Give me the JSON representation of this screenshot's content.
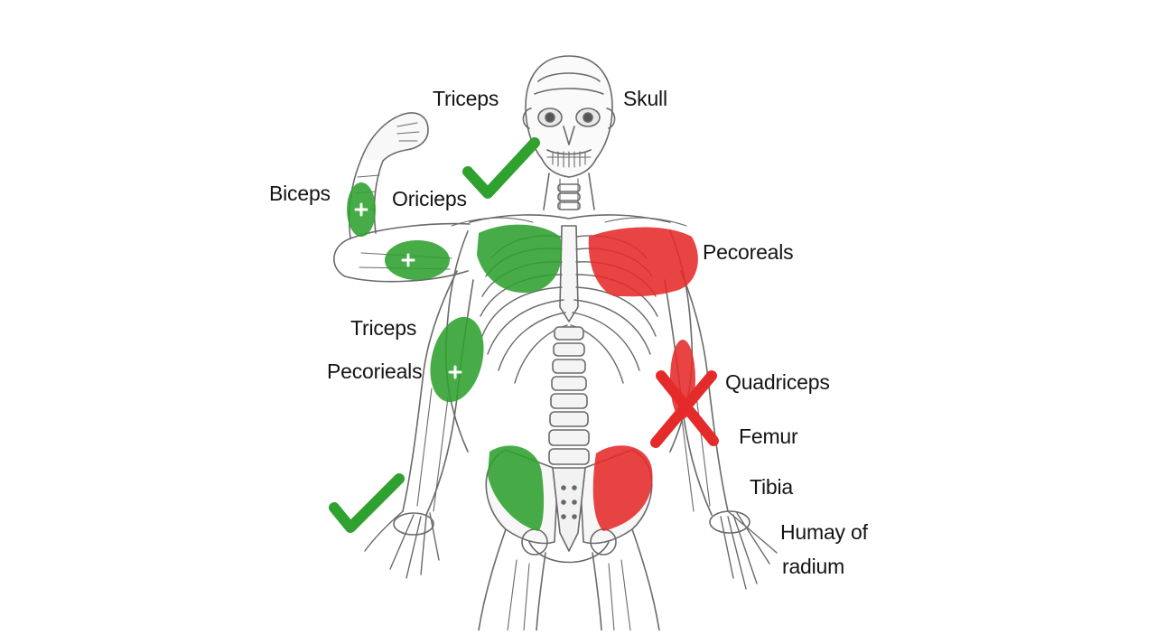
{
  "labels": {
    "triceps_top": "Triceps",
    "skull": "Skull",
    "biceps": "Biceps",
    "oricieps": "Oricieps",
    "pecoreals": "Pecoreals",
    "triceps_mid": "Triceps",
    "pecorieals": "Pecorieals",
    "quadriceps": "Quadriceps",
    "femur": "Femur",
    "tibia": "Tibia",
    "humay_line1": "Humay of",
    "humay_line2": "radium"
  },
  "marks": {
    "check_count": 2,
    "cross_count": 1,
    "plus_count": 3
  },
  "colors": {
    "correct": "#2ea12e",
    "incorrect": "#e52a2a",
    "line": "#5a5a5a",
    "text": "#141414"
  }
}
